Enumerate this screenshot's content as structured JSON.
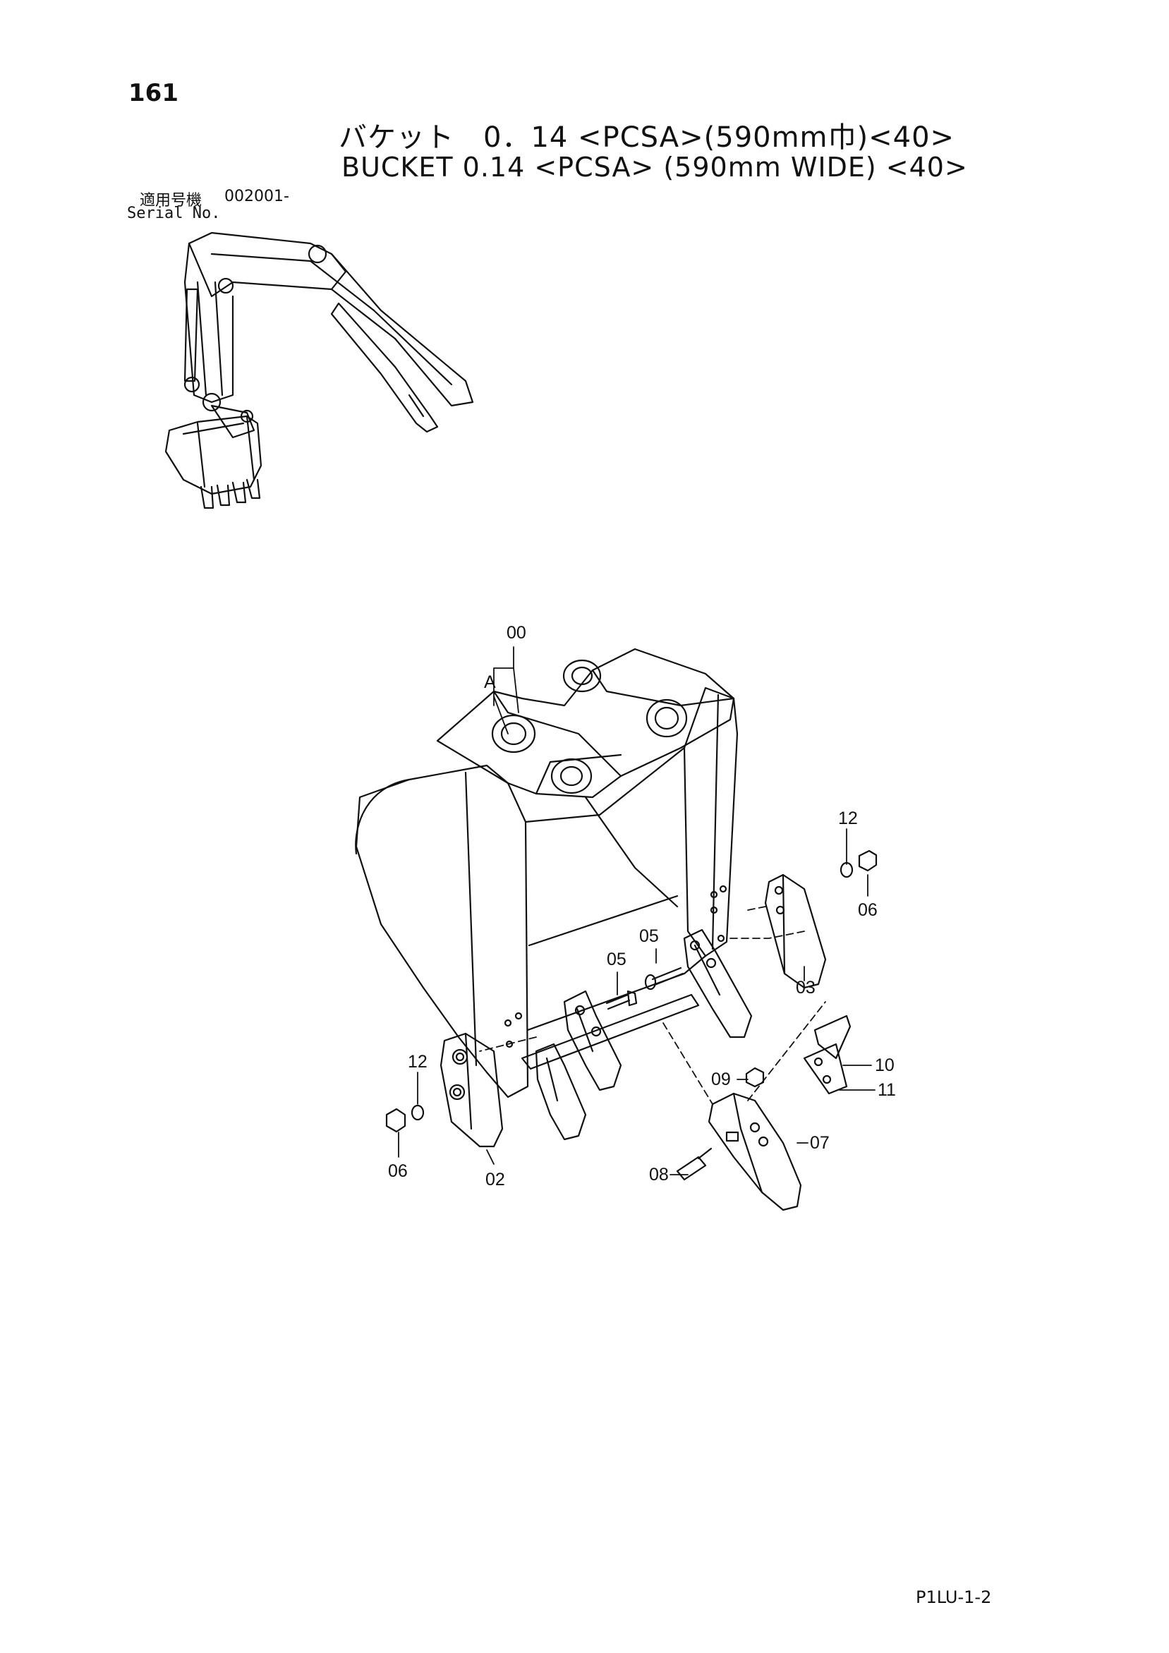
{
  "page": {
    "number": "161",
    "title_ja": "バケット　0．14 <PCSA>(590mm巾)<40>",
    "title_en": "BUCKET 0.14 <PCSA> (590mm WIDE) <40>",
    "serial_label_ja": "適用号機",
    "serial_value": "002001-",
    "serial_label_en": "Serial No.",
    "page_code": "P1LU-1-2"
  },
  "callouts": {
    "c00": "00",
    "cA": "A",
    "c12_right": "12",
    "c06_right": "06",
    "c03": "03",
    "c05_upper": "05",
    "c05_lower": "05",
    "c10": "10",
    "c11": "11",
    "c09": "09",
    "c07": "07",
    "c08": "08",
    "c12_left": "12",
    "c06_left": "06",
    "c02": "02"
  }
}
